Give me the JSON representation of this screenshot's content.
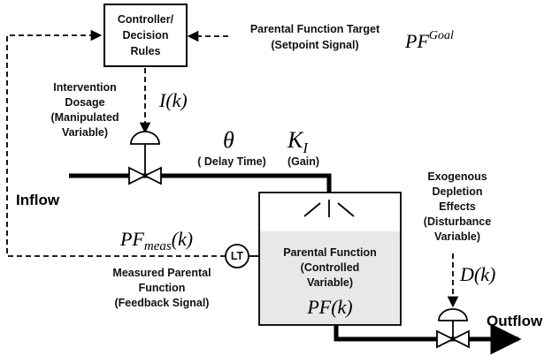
{
  "controller": {
    "line1": "Controller/",
    "line2": "Decision",
    "line3": "Rules"
  },
  "setpoint": {
    "line1": "Parental Function Target",
    "line2": "(Setpoint Signal)",
    "symbol": "PF",
    "superscript": "Goal"
  },
  "dosage": {
    "line1": "Intervention",
    "line2": "Dosage",
    "line3": "(Manipulated",
    "line4": "Variable)",
    "symbol": "I(k)"
  },
  "delay": {
    "symbol": "θ",
    "label": "( Delay Time)"
  },
  "gain": {
    "symbol": "K",
    "subscript": "I",
    "label": "(Gain)"
  },
  "inflow": "Inflow",
  "outflow": "Outflow",
  "disturbance": {
    "line1": "Exogenous",
    "line2": "Depletion",
    "line3": "Effects",
    "line4": "(Disturbance",
    "line5": "Variable)",
    "symbol": "D(k)"
  },
  "measured": {
    "symbol": "PF",
    "subscript": "meas",
    "arg": "(k)",
    "line1": "Measured Parental",
    "line2": "Function",
    "line3": "(Feedback Signal)"
  },
  "transmitter": "LT",
  "tank": {
    "line1": "Parental Function",
    "line2": "(Controlled",
    "line3": "Variable)",
    "symbol": "PF(k)"
  },
  "colors": {
    "line": "#000000",
    "liquid": "#e8e8e8"
  }
}
